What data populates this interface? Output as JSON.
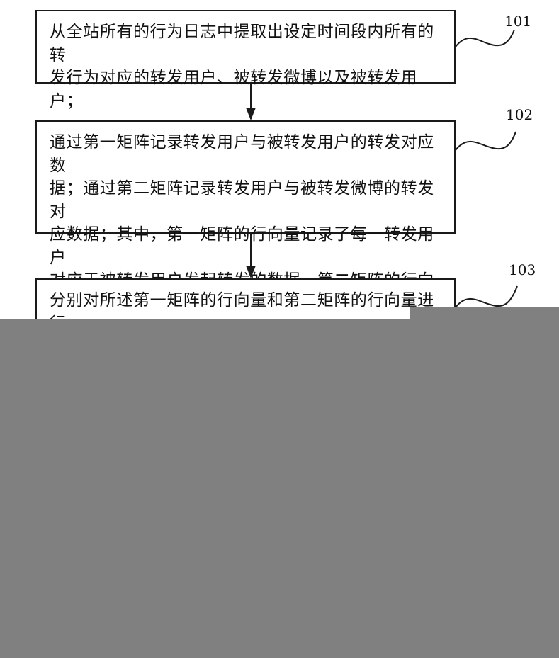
{
  "diagram": {
    "steps": [
      {
        "id": "101",
        "label": "101",
        "text": "从全站所有的行为日志中提取出设定时间段内所有的转\n发行为对应的转发用户、被转发微博以及被转发用户；"
      },
      {
        "id": "102",
        "label": "102",
        "text": "通过第一矩阵记录转发用户与被转发用户的转发对应数\n据；通过第二矩阵记录转发用户与被转发微博的转发对\n应数据；其中，第一矩阵的行向量记录了每一转发用户\n对应于被转发用户发起转发的数据，第二矩阵的行向量\n记录每一转发用户对应于被转发微博的转发行为的数据"
      },
      {
        "id": "103",
        "label": "103",
        "text": "分别对所述第一矩阵的行向量和第二矩阵的行向量进行\n聚类，获得第一矩阵行向量聚簇和第二矩阵行向量"
      }
    ],
    "colors": {
      "stroke": "#1a1a1a",
      "background": "#ffffff",
      "redaction": "#808080"
    }
  }
}
